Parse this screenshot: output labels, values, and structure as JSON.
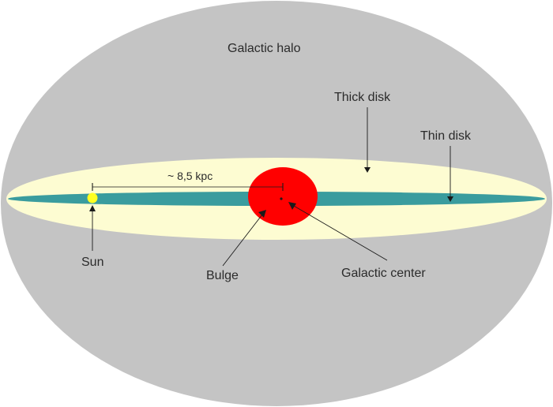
{
  "labels": {
    "halo": "Galactic halo",
    "thick_disk": "Thick disk",
    "thin_disk": "Thin disk",
    "distance": "~ 8,5 kpc",
    "sun": "Sun",
    "bulge": "Bulge",
    "center": "Galactic center"
  },
  "colors": {
    "background": "#ffffff",
    "halo": "#c4c4c4",
    "thick_disk": "#fdfcd2",
    "thin_disk": "#3a9c9e",
    "bulge": "#ff0000",
    "sun": "#ffff22",
    "lines": "#1a1a1a"
  }
}
